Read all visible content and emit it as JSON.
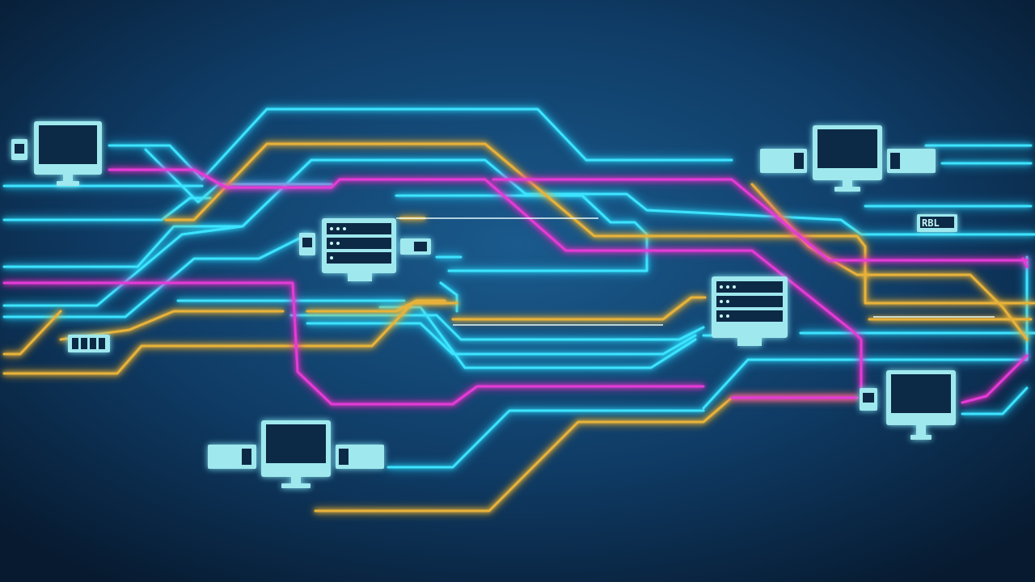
{
  "scene": {
    "description_type": "network-diagram",
    "background": {
      "inner": "#1a5a8c",
      "outer": "#071a30"
    }
  },
  "palette": {
    "cyan": "#3de3ff",
    "yellow": "#e8b23a",
    "magenta": "#e43bd8",
    "device_fill": "#8fe3ea",
    "device_light": "#c8f6f8",
    "screen": "#0c2a45"
  },
  "device_labels": {
    "right_panel": "RBL"
  },
  "devices": [
    {
      "id": "monitor-top-left",
      "kind": "monitor"
    },
    {
      "id": "monitor-top-right",
      "kind": "monitor"
    },
    {
      "id": "monitor-bottom-left",
      "kind": "monitor"
    },
    {
      "id": "monitor-bottom-right",
      "kind": "monitor"
    },
    {
      "id": "server-center",
      "kind": "server"
    },
    {
      "id": "server-right",
      "kind": "server"
    },
    {
      "id": "panel-right",
      "kind": "panel"
    },
    {
      "id": "panel-left",
      "kind": "panel"
    }
  ]
}
